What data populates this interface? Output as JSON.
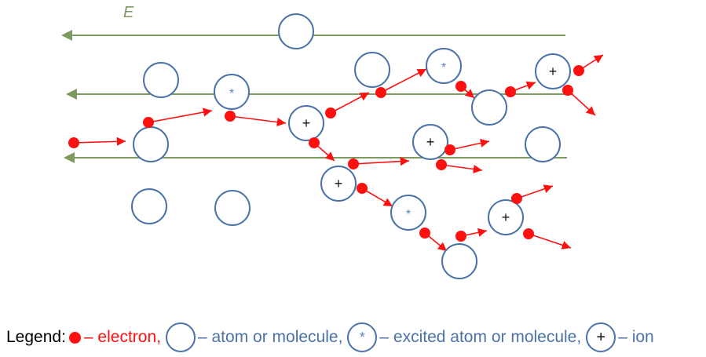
{
  "field_label": "E",
  "colors": {
    "electron": "#ff1010",
    "atom_stroke": "#4a72a8",
    "excited_mark": "#5b83bf",
    "field_line": "#7e9a5e",
    "ion_mark": "#111111",
    "legend_text": "#000000"
  },
  "diagram": {
    "ion_symbol": "+",
    "excited_symbol": "*"
  },
  "legend": {
    "prefix": "Legend:",
    "electron_text": "– electron,",
    "atom_text": "– atom or molecule,",
    "excited_symbol": "*",
    "excited_text": "– excited atom or molecule,",
    "ion_symbol": "+",
    "ion_text": "– ion"
  }
}
